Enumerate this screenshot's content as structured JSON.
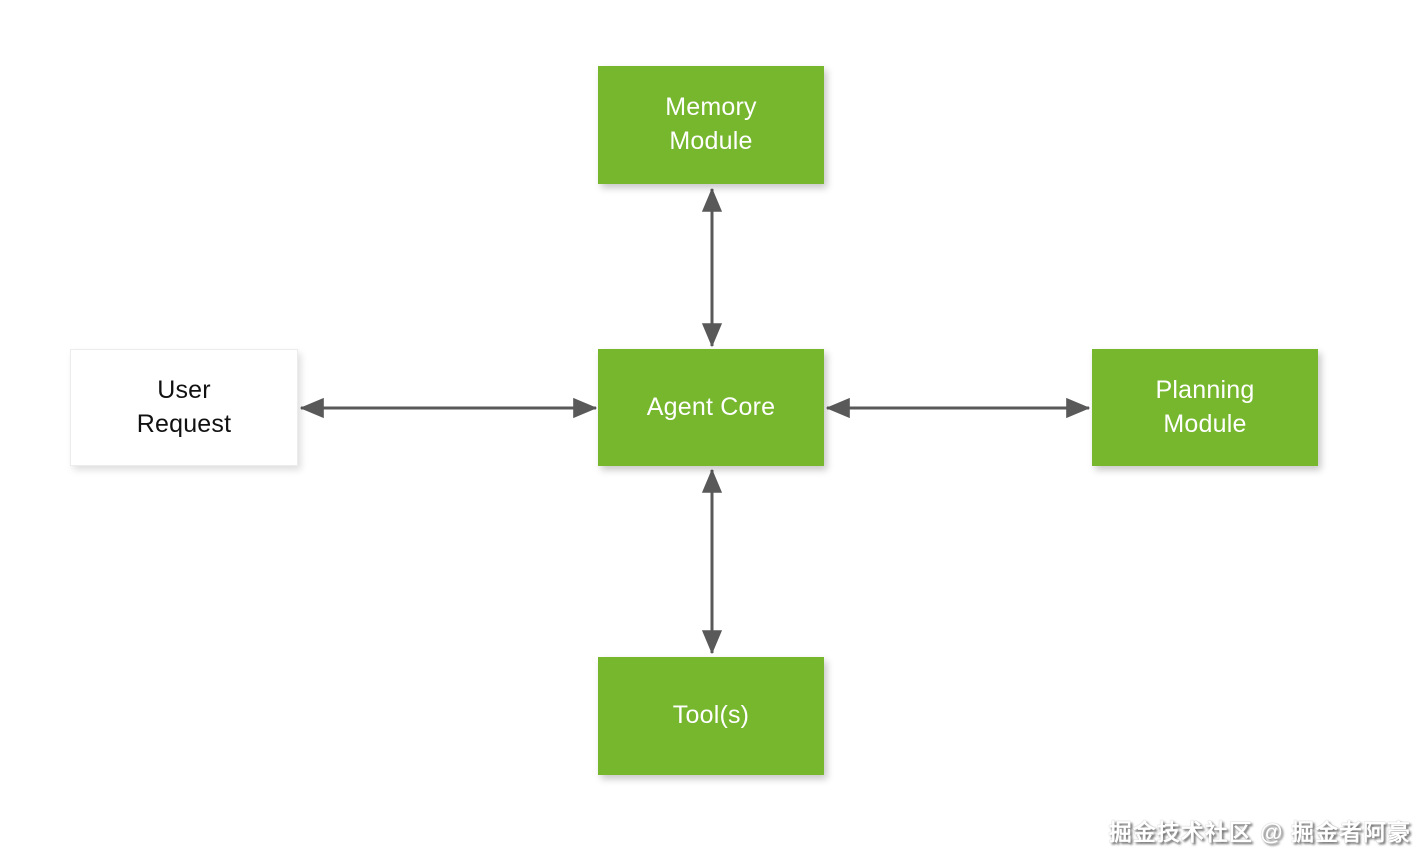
{
  "diagram": {
    "nodes": {
      "memory_module": {
        "label": "Memory\nModule",
        "fill": "#76B72D",
        "text_color": "#FFFFFF"
      },
      "user_request": {
        "label": "User\nRequest",
        "fill": "#FFFFFF",
        "text_color": "#111111"
      },
      "agent_core": {
        "label": "Agent Core",
        "fill": "#76B72D",
        "text_color": "#FFFFFF"
      },
      "planning_module": {
        "label": "Planning\nModule",
        "fill": "#76B72D",
        "text_color": "#FFFFFF"
      },
      "tools": {
        "label": "Tool(s)",
        "fill": "#76B72D",
        "text_color": "#FFFFFF"
      }
    },
    "connectors": [
      {
        "from": "agent_core",
        "to": "memory_module",
        "direction": "vertical",
        "bidirectional": true
      },
      {
        "from": "agent_core",
        "to": "user_request",
        "direction": "horizontal",
        "bidirectional": true
      },
      {
        "from": "agent_core",
        "to": "planning_module",
        "direction": "horizontal",
        "bidirectional": true
      },
      {
        "from": "agent_core",
        "to": "tools",
        "direction": "vertical",
        "bidirectional": true
      }
    ],
    "colors": {
      "connector_gray": "#595959",
      "node_green": "#76B72D",
      "background": "#FFFFFF"
    },
    "watermark": "掘金技术社区 @ 掘金者阿豪"
  }
}
